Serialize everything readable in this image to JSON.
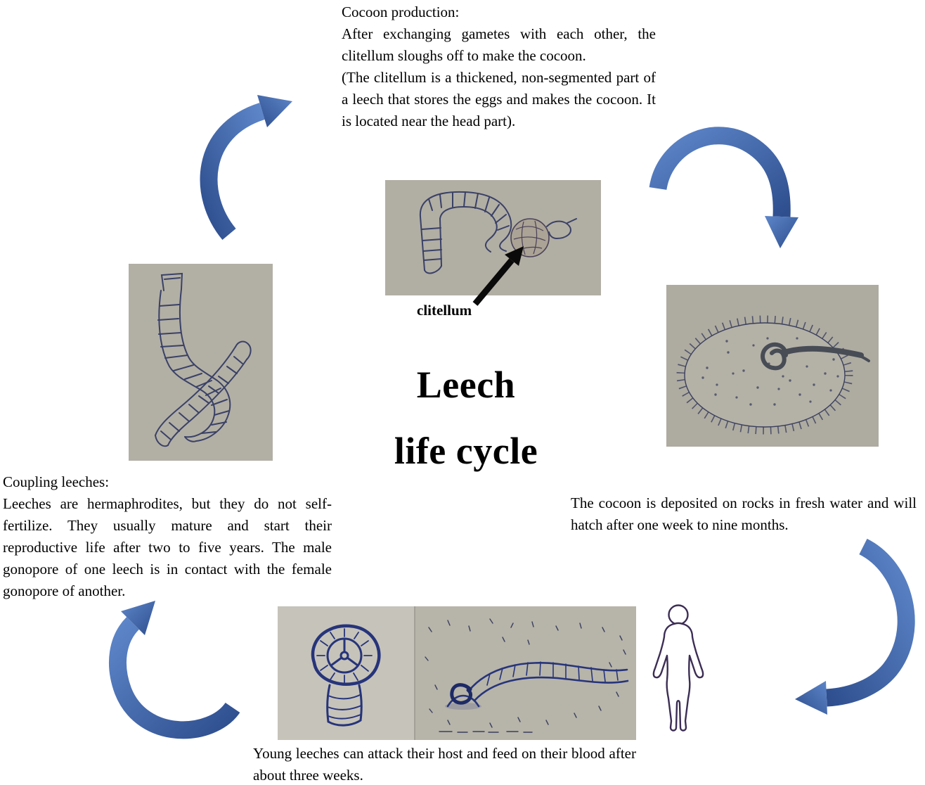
{
  "title": {
    "line1": "Leech",
    "line2": "life cycle"
  },
  "stages": {
    "cocoon_production": {
      "heading": "Cocoon production:",
      "body": "After exchanging gametes with each other, the clitellum sloughs off to make the cocoon.",
      "note": "(The clitellum is a thickened, non-segmented part of a leech that stores the eggs and makes the cocoon. It is located near the head part).",
      "callout_label": "clitellum"
    },
    "cocoon_deposited": {
      "body": "The cocoon is deposited on rocks in fresh water and will hatch after one week to nine months."
    },
    "young_leeches": {
      "body": "Young leeches can attack their host and feed on their blood after about three weeks."
    },
    "coupling_leeches": {
      "heading": "Coupling leeches:",
      "body": "Leeches are hermaphrodites, but they do not self-fertilize. They usually mature and start their reproductive life after two to five years. The male gonopore of one leech is in contact with the female gonopore of another."
    }
  },
  "icons": {
    "clitellum_leech_illustration": "hand-drawn leech with forming cocoon",
    "cocoon_illustration": "hand-drawn spiny cocoon with young leech",
    "coupling_leeches_illustration": "hand-drawn coupling leeches",
    "young_leech_illustration": "hand-drawn young leech sucker and attached leech",
    "human_figure": "human host outline",
    "cycle_arrows": "blue curved cycle arrows"
  },
  "colors": {
    "arrow_blue_light": "#5d86c9",
    "arrow_blue_dark": "#2e4e8e",
    "ink_navy": "#3a4166",
    "ink_blue": "#26347a",
    "paper_gray": "#b1aea4",
    "text": "#000000",
    "background": "#ffffff"
  }
}
